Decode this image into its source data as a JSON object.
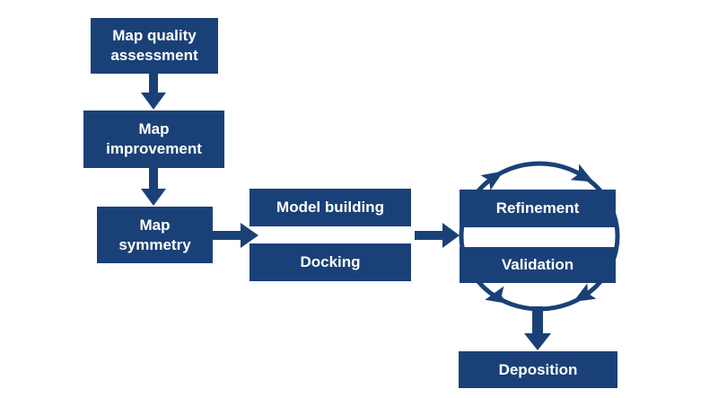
{
  "colors": {
    "node_fill": "#1a4177",
    "node_text": "#ffffff",
    "arrow": "#1a4177",
    "background": "#ffffff"
  },
  "nodes": {
    "map_quality_assessment": {
      "label": "Map quality\nassessment"
    },
    "map_improvement": {
      "label": "Map\nimprovement"
    },
    "map_symmetry": {
      "label": "Map\nsymmetry"
    },
    "model_building": {
      "label": "Model building"
    },
    "docking": {
      "label": "Docking"
    },
    "refinement": {
      "label": "Refinement"
    },
    "validation": {
      "label": "Validation"
    },
    "deposition": {
      "label": "Deposition"
    }
  },
  "edges": [
    {
      "from": "Map quality assessment",
      "to": "Map improvement",
      "type": "arrow"
    },
    {
      "from": "Map improvement",
      "to": "Map symmetry",
      "type": "arrow"
    },
    {
      "from": "Map symmetry",
      "to": "Model building / Docking",
      "type": "arrow"
    },
    {
      "from": "Model building / Docking",
      "to": "Refinement / Validation",
      "type": "arrow"
    },
    {
      "from": "Refinement",
      "to": "Validation",
      "type": "cycle"
    },
    {
      "from": "Refinement / Validation",
      "to": "Deposition",
      "type": "arrow"
    }
  ]
}
